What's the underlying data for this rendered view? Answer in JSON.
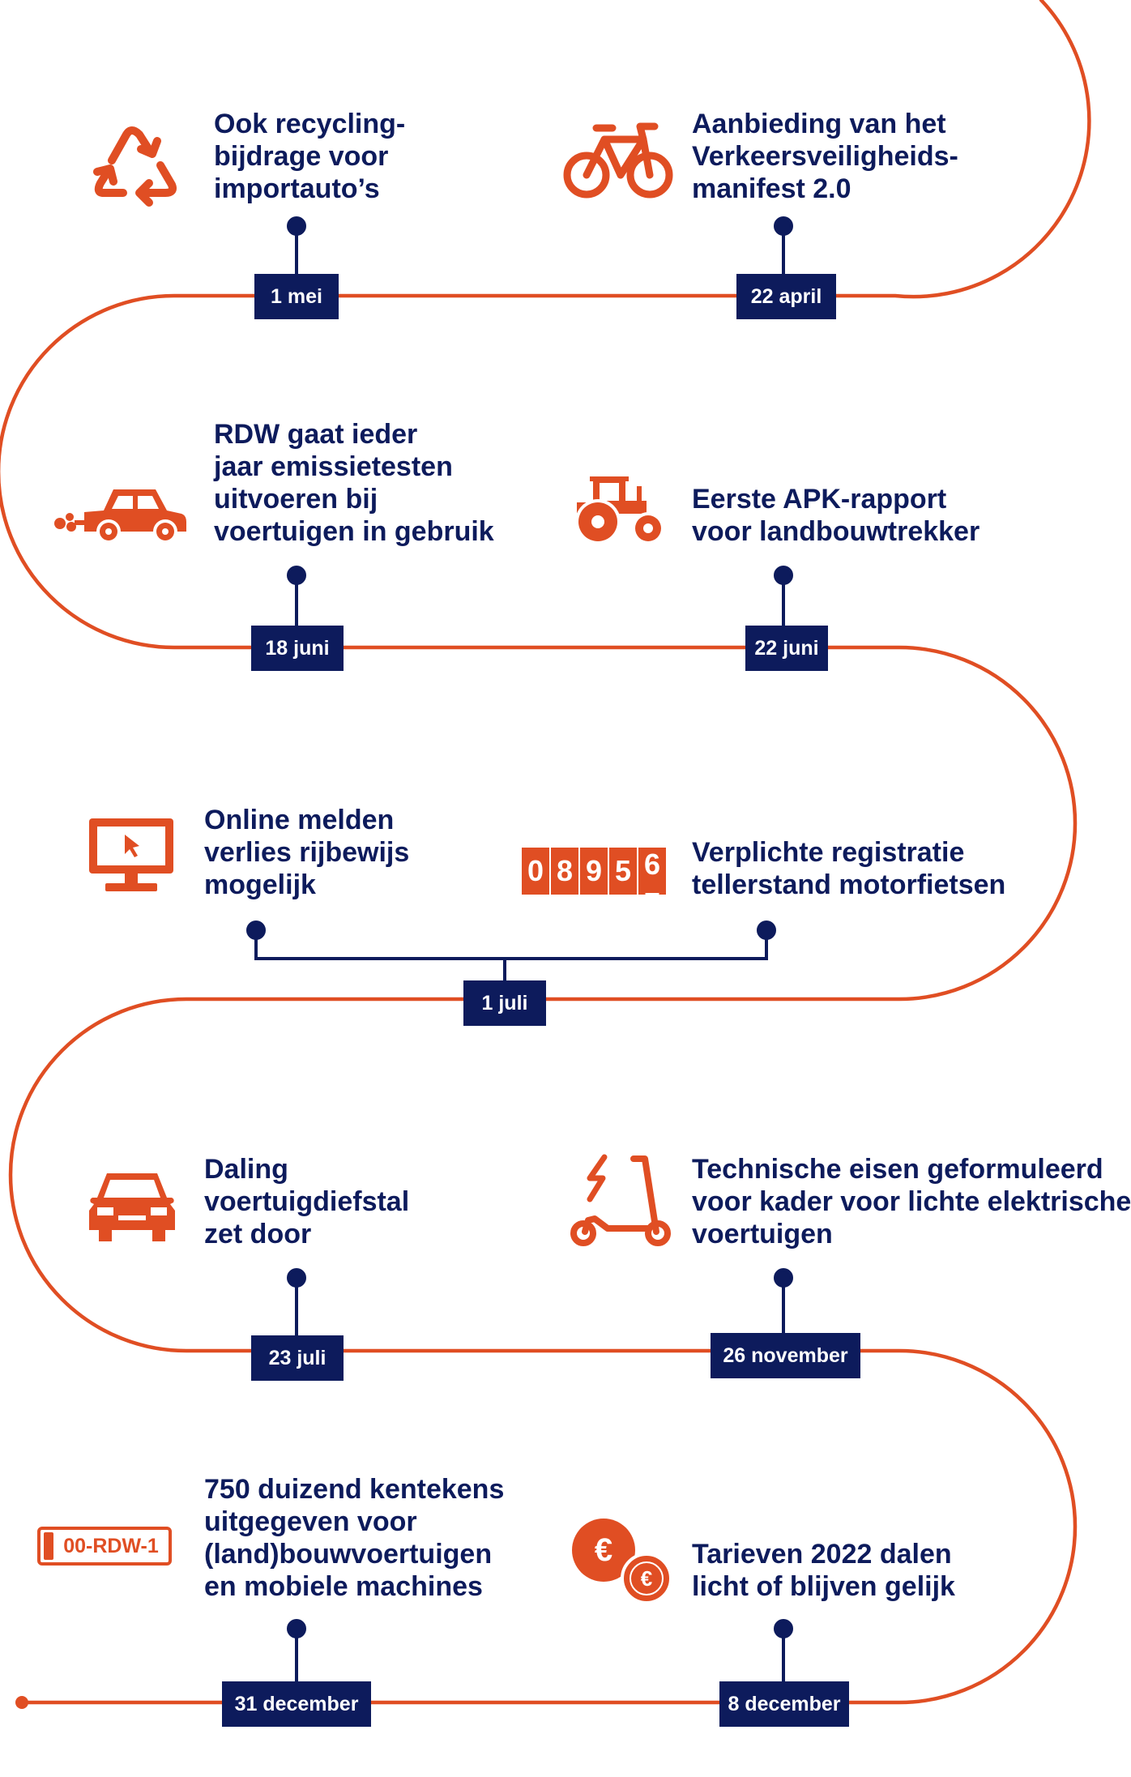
{
  "colors": {
    "navy": "#0d1b5c",
    "orange": "#e04e23"
  },
  "events": [
    {
      "date": "1 mei",
      "icon": "recycle-icon",
      "lines": [
        "Ook recycling-",
        "bijdrage voor",
        "importauto’s"
      ]
    },
    {
      "date": "22 april",
      "icon": "bicycle-icon",
      "lines": [
        "Aanbieding van het",
        "Verkeersveiligheids-",
        "manifest 2.0"
      ]
    },
    {
      "date": "18 juni",
      "icon": "car-emission-icon",
      "lines": [
        "RDW gaat ieder",
        "jaar emissietesten",
        "uitvoeren bij",
        "voertuigen in gebruik"
      ]
    },
    {
      "date": "22 juni",
      "icon": "tractor-icon",
      "lines": [
        "Eerste APK-rapport",
        "voor landbouwtrekker"
      ]
    },
    {
      "date": "1 juli",
      "icon": "monitor-cursor-icon",
      "lines": [
        "Online melden",
        "verlies rijbewijs",
        "mogelijk"
      ]
    },
    {
      "date": "1 juli",
      "icon": "odometer-icon",
      "lines": [
        "Verplichte registratie",
        "tellerstand motorfietsen"
      ],
      "odometer": {
        "digits": [
          "0",
          "8",
          "9",
          "5",
          "6"
        ],
        "next": "7"
      }
    },
    {
      "date": "23 juli",
      "icon": "car-front-icon",
      "lines": [
        "Daling",
        "voertuigdiefstal",
        "zet door"
      ]
    },
    {
      "date": "26 november",
      "icon": "electric-scooter-icon",
      "lines": [
        "Technische eisen geformuleerd",
        "voor kader voor lichte elektrische",
        "voertuigen"
      ]
    },
    {
      "date": "31 december",
      "icon": "license-plate-icon",
      "lines": [
        "750 duizend kentekens",
        "uitgegeven voor",
        "(land)bouwvoertuigen",
        "en mobiele machines"
      ],
      "plate_text": "00-RDW-1"
    },
    {
      "date": "8 december",
      "icon": "euro-coins-icon",
      "lines": [
        "Tarieven 2022 dalen",
        "licht of blijven gelijk"
      ],
      "coin_symbol": "€"
    }
  ]
}
